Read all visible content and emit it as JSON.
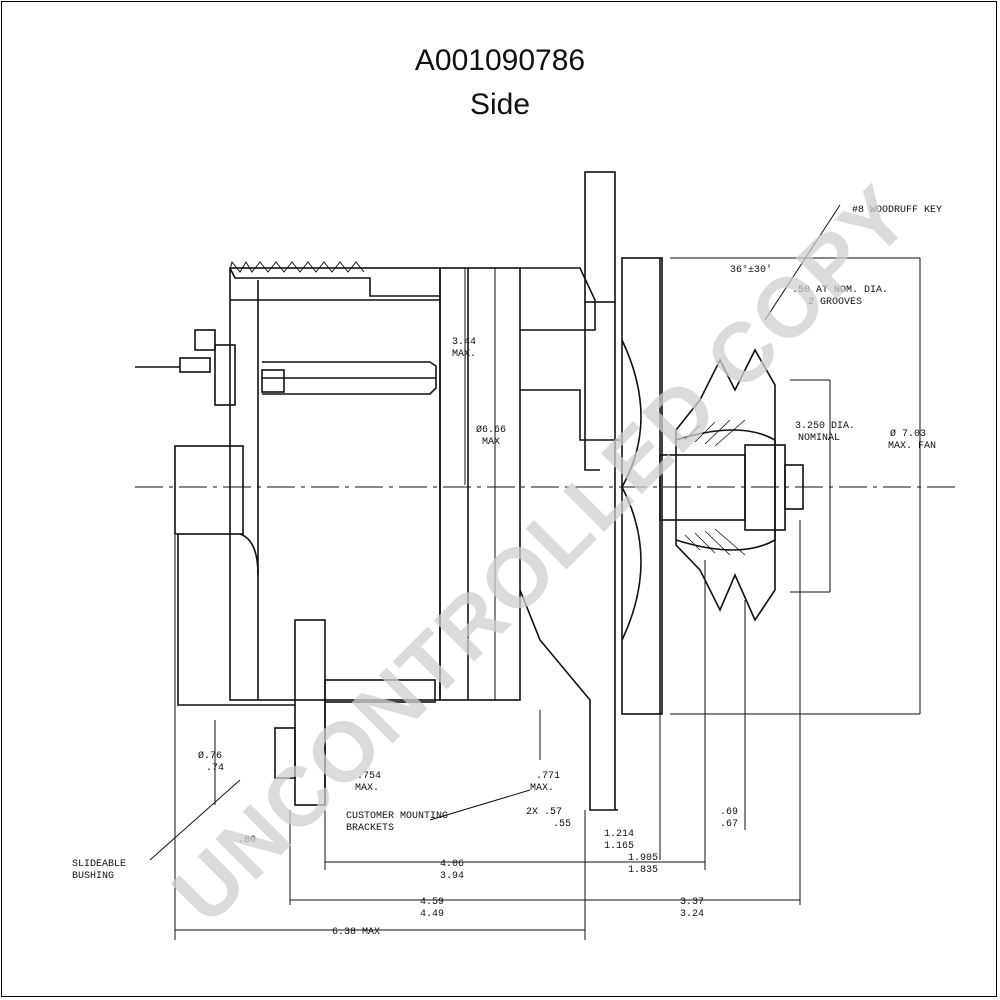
{
  "header": {
    "part_number": "A001090786",
    "view": "Side"
  },
  "watermark": "UNCONTROLLED COPY",
  "labels": {
    "woodruff_key": "#8 WOODRUFF KEY",
    "angle": "36°±30'",
    "groove_1": ".50 AT NOM. DIA.",
    "groove_2": "2 GROOVES",
    "d344": "3.44",
    "d344_max": "MAX.",
    "d666": "Ø6.66",
    "d666_max": "MAX",
    "d3250": "3.250 DIA.",
    "d3250_nom": "NOMINAL",
    "d703": "Ø 7.03",
    "d703_fan": "MAX. FAN",
    "d076": "Ø.76",
    "d074": ".74",
    "d754": ".754",
    "d754_max": "MAX.",
    "d771": ".771",
    "d771_max": "MAX.",
    "customer_1": "CUSTOMER MOUNTING",
    "customer_2": "BRACKETS",
    "d2x": "2X .57",
    "d055": ".55",
    "d1214": "1.214",
    "d1165": "1.165",
    "d069": ".69",
    "d067": ".67",
    "d080": ".80",
    "slide_1": "SLIDEABLE",
    "slide_2": "BUSHING",
    "d406": "4.06",
    "d394": "3.94",
    "d1905": "1.905",
    "d1835": "1.835",
    "d459": "4.59",
    "d449": "4.49",
    "d337": "3.37",
    "d324": "3.24",
    "d638": "6.38 MAX"
  }
}
